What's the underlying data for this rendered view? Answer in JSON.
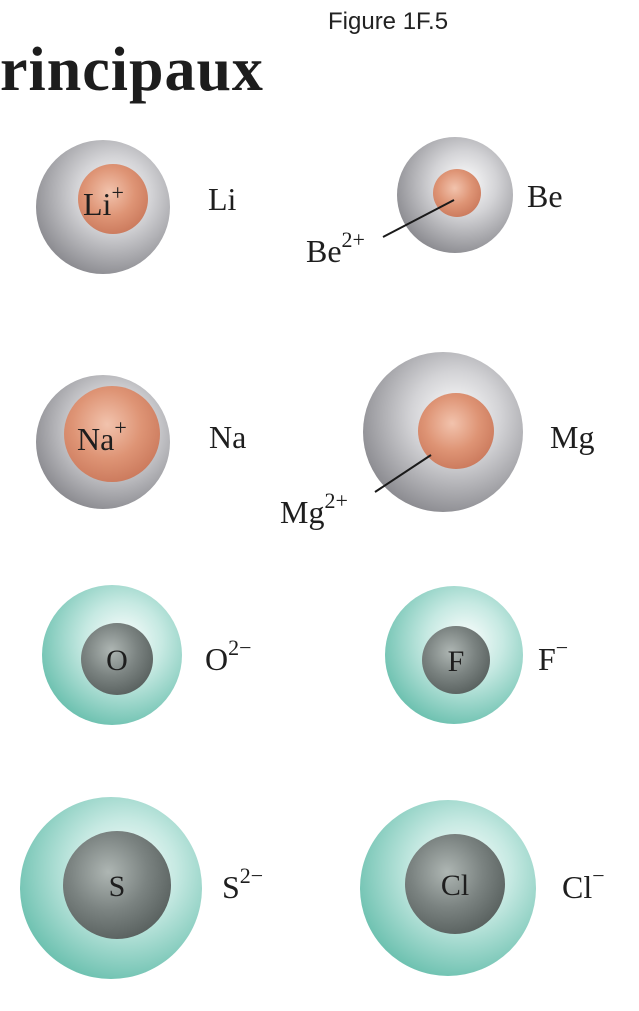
{
  "figure_label": "Figure 1F.5",
  "heading": "rincipaux",
  "colors": {
    "metal_shell": "#9a9a9e",
    "metal_core": "#dc8f6e",
    "nonmetal_shell": "#79c8b8",
    "nonmetal_core": "#6f7775"
  },
  "metals": [
    {
      "atom": "Li",
      "ion": "Li",
      "charge": "+",
      "ion_label": "inside"
    },
    {
      "atom": "Be",
      "ion": "Be",
      "charge": "2+",
      "ion_label": "pointer"
    },
    {
      "atom": "Na",
      "ion": "Na",
      "charge": "+",
      "ion_label": "inside"
    },
    {
      "atom": "Mg",
      "ion": "Mg",
      "charge": "2+",
      "ion_label": "pointer"
    }
  ],
  "nonmetals": [
    {
      "atom": "O",
      "ion": "O",
      "charge": "2−"
    },
    {
      "atom": "F",
      "ion": "F",
      "charge": "−"
    },
    {
      "atom": "S",
      "ion": "S",
      "charge": "2−"
    },
    {
      "atom": "Cl",
      "ion": "Cl",
      "charge": "−"
    }
  ]
}
